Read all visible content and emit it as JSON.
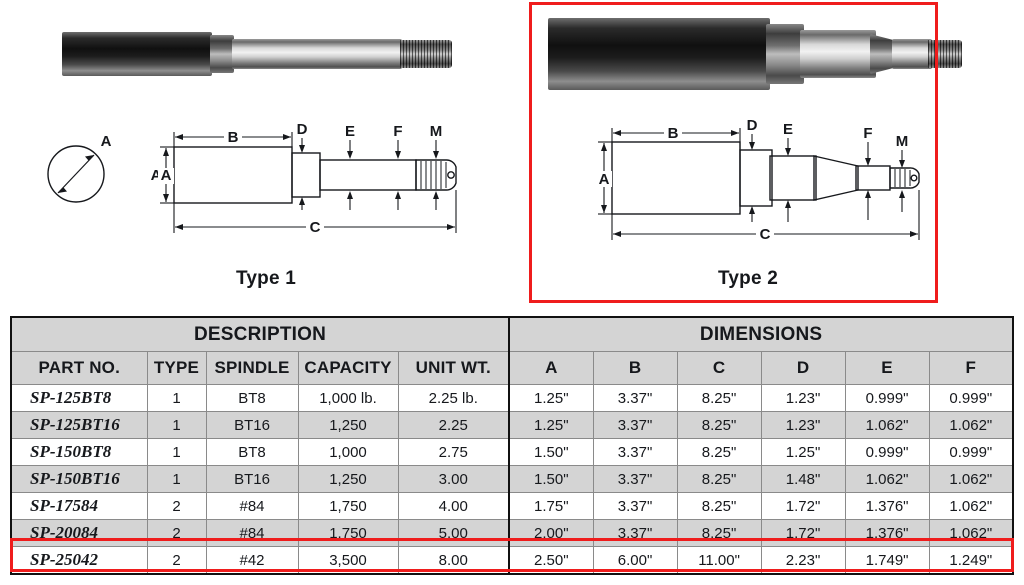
{
  "products": [
    {
      "label": "Type 1",
      "photo_name": "type-1-spindle-photo",
      "diagram_name": "type-1-diagram",
      "highlighted": false,
      "callouts": [
        "A",
        "B",
        "C",
        "D",
        "E",
        "F",
        "M"
      ]
    },
    {
      "label": "Type 2",
      "photo_name": "type-2-spindle-photo",
      "diagram_name": "type-2-diagram",
      "highlighted": true,
      "callouts": [
        "A",
        "B",
        "C",
        "D",
        "E",
        "F",
        "M"
      ]
    }
  ],
  "table": {
    "group_headers": [
      {
        "label": "DESCRIPTION",
        "span": 5
      },
      {
        "label": "DIMENSIONS",
        "span": 6
      }
    ],
    "columns": [
      "PART NO.",
      "TYPE",
      "SPINDLE",
      "CAPACITY",
      "UNIT WT.",
      "A",
      "B",
      "C",
      "D",
      "E",
      "F"
    ],
    "rows": [
      {
        "part_no": "SP-125BT8",
        "type": "1",
        "spindle": "BT8",
        "capacity": "1,000 lb.",
        "unit_wt": "2.25 lb.",
        "a": "1.25\"",
        "b": "3.37\"",
        "c": "8.25\"",
        "d": "1.23\"",
        "e": "0.999\"",
        "f": "0.999\"",
        "shaded": false,
        "highlighted": false
      },
      {
        "part_no": "SP-125BT16",
        "type": "1",
        "spindle": "BT16",
        "capacity": "1,250",
        "unit_wt": "2.25",
        "a": "1.25\"",
        "b": "3.37\"",
        "c": "8.25\"",
        "d": "1.23\"",
        "e": "1.062\"",
        "f": "1.062\"",
        "shaded": true,
        "highlighted": false
      },
      {
        "part_no": "SP-150BT8",
        "type": "1",
        "spindle": "BT8",
        "capacity": "1,000",
        "unit_wt": "2.75",
        "a": "1.50\"",
        "b": "3.37\"",
        "c": "8.25\"",
        "d": "1.25\"",
        "e": "0.999\"",
        "f": "0.999\"",
        "shaded": false,
        "highlighted": false
      },
      {
        "part_no": "SP-150BT16",
        "type": "1",
        "spindle": "BT16",
        "capacity": "1,250",
        "unit_wt": "3.00",
        "a": "1.50\"",
        "b": "3.37\"",
        "c": "8.25\"",
        "d": "1.48\"",
        "e": "1.062\"",
        "f": "1.062\"",
        "shaded": true,
        "highlighted": false
      },
      {
        "part_no": "SP-17584",
        "type": "2",
        "spindle": "#84",
        "capacity": "1,750",
        "unit_wt": "4.00",
        "a": "1.75\"",
        "b": "3.37\"",
        "c": "8.25\"",
        "d": "1.72\"",
        "e": "1.376\"",
        "f": "1.062\"",
        "shaded": false,
        "highlighted": false
      },
      {
        "part_no": "SP-20084",
        "type": "2",
        "spindle": "#84",
        "capacity": "1,750",
        "unit_wt": "5.00",
        "a": "2.00\"",
        "b": "3.37\"",
        "c": "8.25\"",
        "d": "1.72\"",
        "e": "1.376\"",
        "f": "1.062\"",
        "shaded": true,
        "highlighted": false
      },
      {
        "part_no": "SP-25042",
        "type": "2",
        "spindle": "#42",
        "capacity": "3,500",
        "unit_wt": "8.00",
        "a": "2.50\"",
        "b": "6.00\"",
        "c": "11.00\"",
        "d": "2.23\"",
        "e": "1.749\"",
        "f": "1.249\"",
        "shaded": false,
        "highlighted": true
      }
    ]
  },
  "colors": {
    "highlight": "#ef1c1c",
    "header_fill": "#d4d4d4",
    "row_alt_fill": "#d4d4d4",
    "ink": "#16181c",
    "grid": "#8a8a8a"
  }
}
